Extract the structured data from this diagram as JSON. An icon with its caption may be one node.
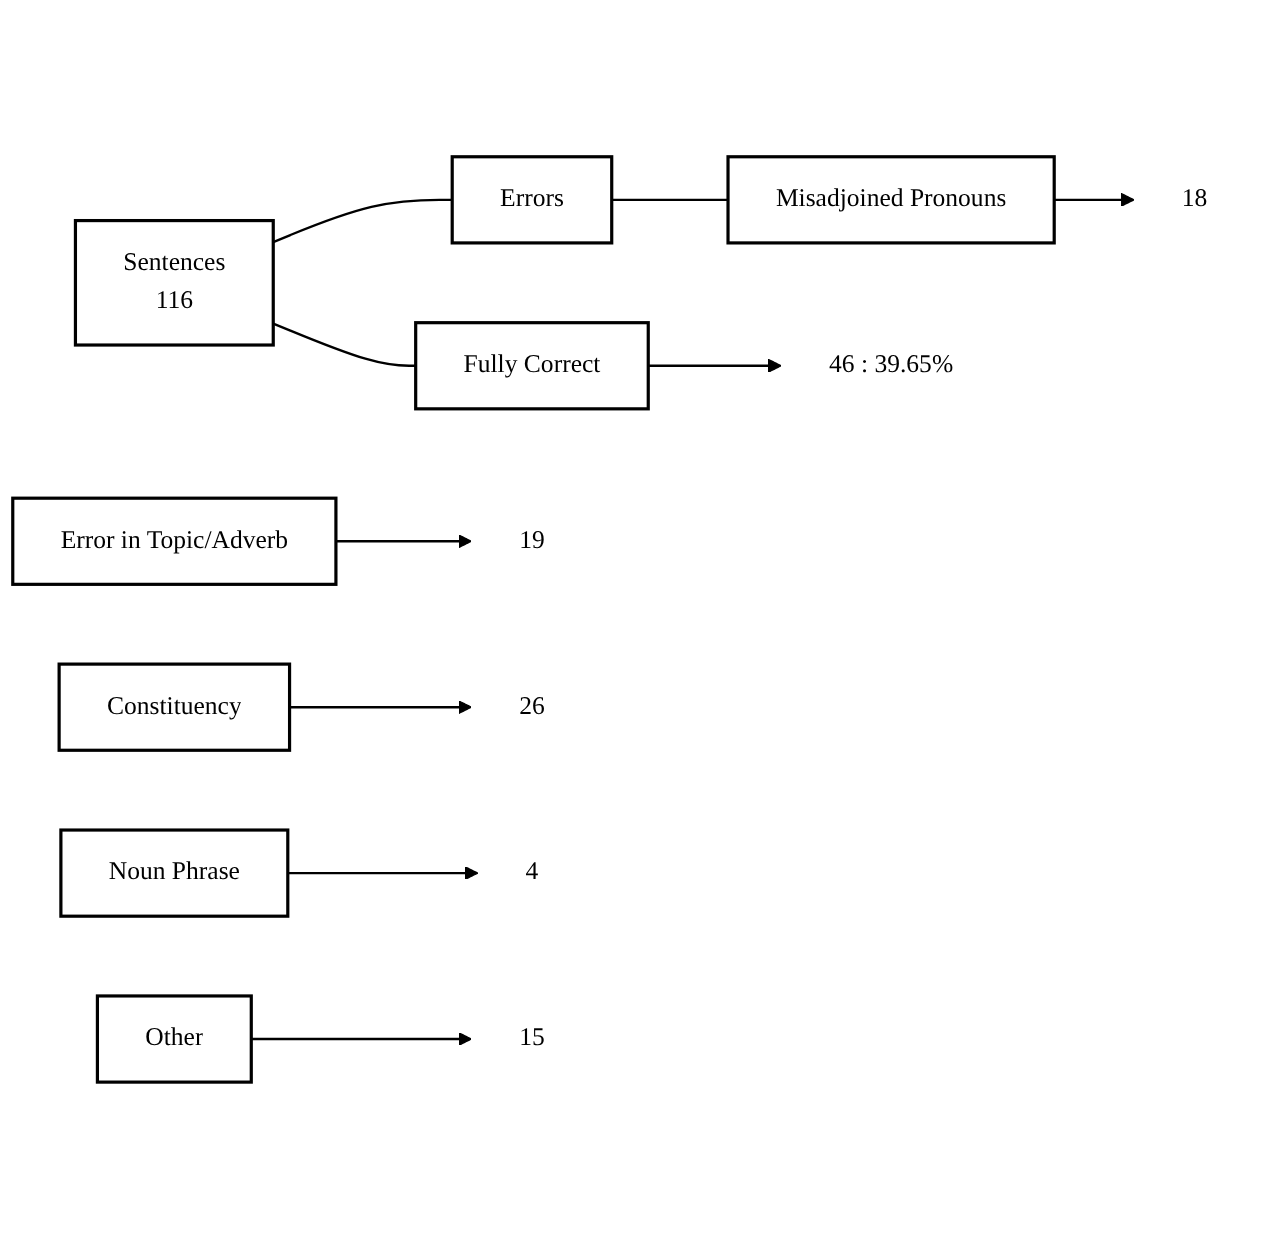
{
  "diagram": {
    "nodes": [
      {
        "text": [
          "Sentences",
          "116"
        ]
      },
      {
        "text": [
          "Fully Correct"
        ]
      },
      {
        "text": [
          "Errors"
        ]
      },
      {
        "text": [
          "Misadjoined Pronouns"
        ]
      },
      {
        "text": [
          "Error in Topic/Adverb"
        ]
      },
      {
        "text": [
          "Constituency"
        ]
      },
      {
        "text": [
          "Noun Phrase"
        ]
      },
      {
        "text": [
          "Other"
        ]
      },
      {
        "text": [
          "46 : 39.65%"
        ]
      },
      {
        "text": [
          "18"
        ]
      },
      {
        "text": [
          "19"
        ]
      },
      {
        "text": [
          "26"
        ]
      },
      {
        "text": [
          "4"
        ]
      },
      {
        "text": [
          "15"
        ]
      }
    ],
    "edges": [
      {
        "from": 0,
        "to": 1,
        "arrow": "none"
      },
      {
        "from": 0,
        "to": 2,
        "arrow": "none"
      },
      {
        "from": 2,
        "to": 3,
        "arrow": "none"
      },
      {
        "from": 1,
        "to": 8,
        "arrow": "to"
      },
      {
        "from": 3,
        "to": 9,
        "arrow": "to"
      },
      {
        "from": 4,
        "to": 10,
        "arrow": "to"
      },
      {
        "from": 5,
        "to": 11,
        "arrow": "to"
      },
      {
        "from": 6,
        "to": 12,
        "arrow": "to"
      },
      {
        "from": 7,
        "to": 13,
        "arrow": "to"
      }
    ]
  }
}
